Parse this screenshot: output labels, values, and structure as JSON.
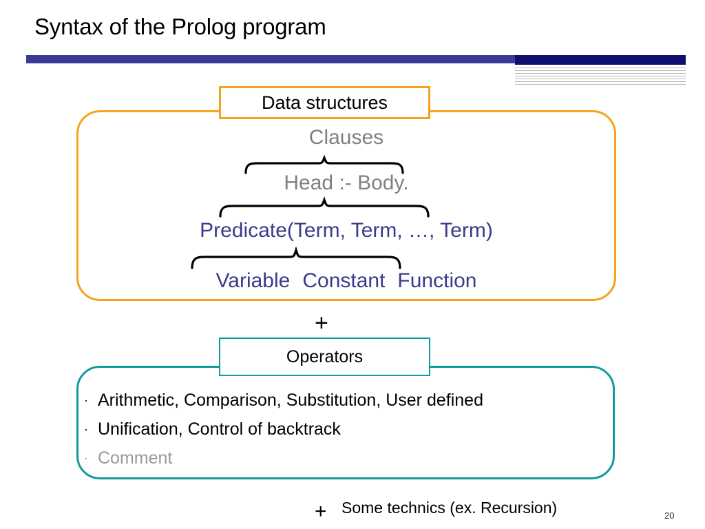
{
  "slide": {
    "title": "Syntax of the Prolog program",
    "number": "20"
  },
  "data_structures": {
    "label": "Data structures",
    "clauses": "Clauses",
    "head_body": "Head :- Body.",
    "predicate": "Predicate(Term, Term, …, Term)",
    "variable": "Variable",
    "constant": "Constant",
    "function": "Function",
    "border_color": "#f5a21d"
  },
  "connector": {
    "plus_middle": "+",
    "plus_bottom": "+"
  },
  "operators": {
    "label": "Operators",
    "border_color": "#109a9a",
    "items": [
      {
        "bullet": "·",
        "text": "Arithmetic, Comparison, Substitution, User defined",
        "muted": false
      },
      {
        "bullet": "·",
        "text": "Unification, Control of backtrack",
        "muted": false
      },
      {
        "bullet": "·",
        "text": "Comment",
        "muted": true
      }
    ]
  },
  "footer": {
    "note": "Some technics (ex. Recursion)"
  },
  "theme": {
    "bar_left_color": "#3b3b96",
    "bar_right_color": "#101070",
    "muted_text_color": "#808080",
    "accent_text_color": "#3b3b8c"
  }
}
